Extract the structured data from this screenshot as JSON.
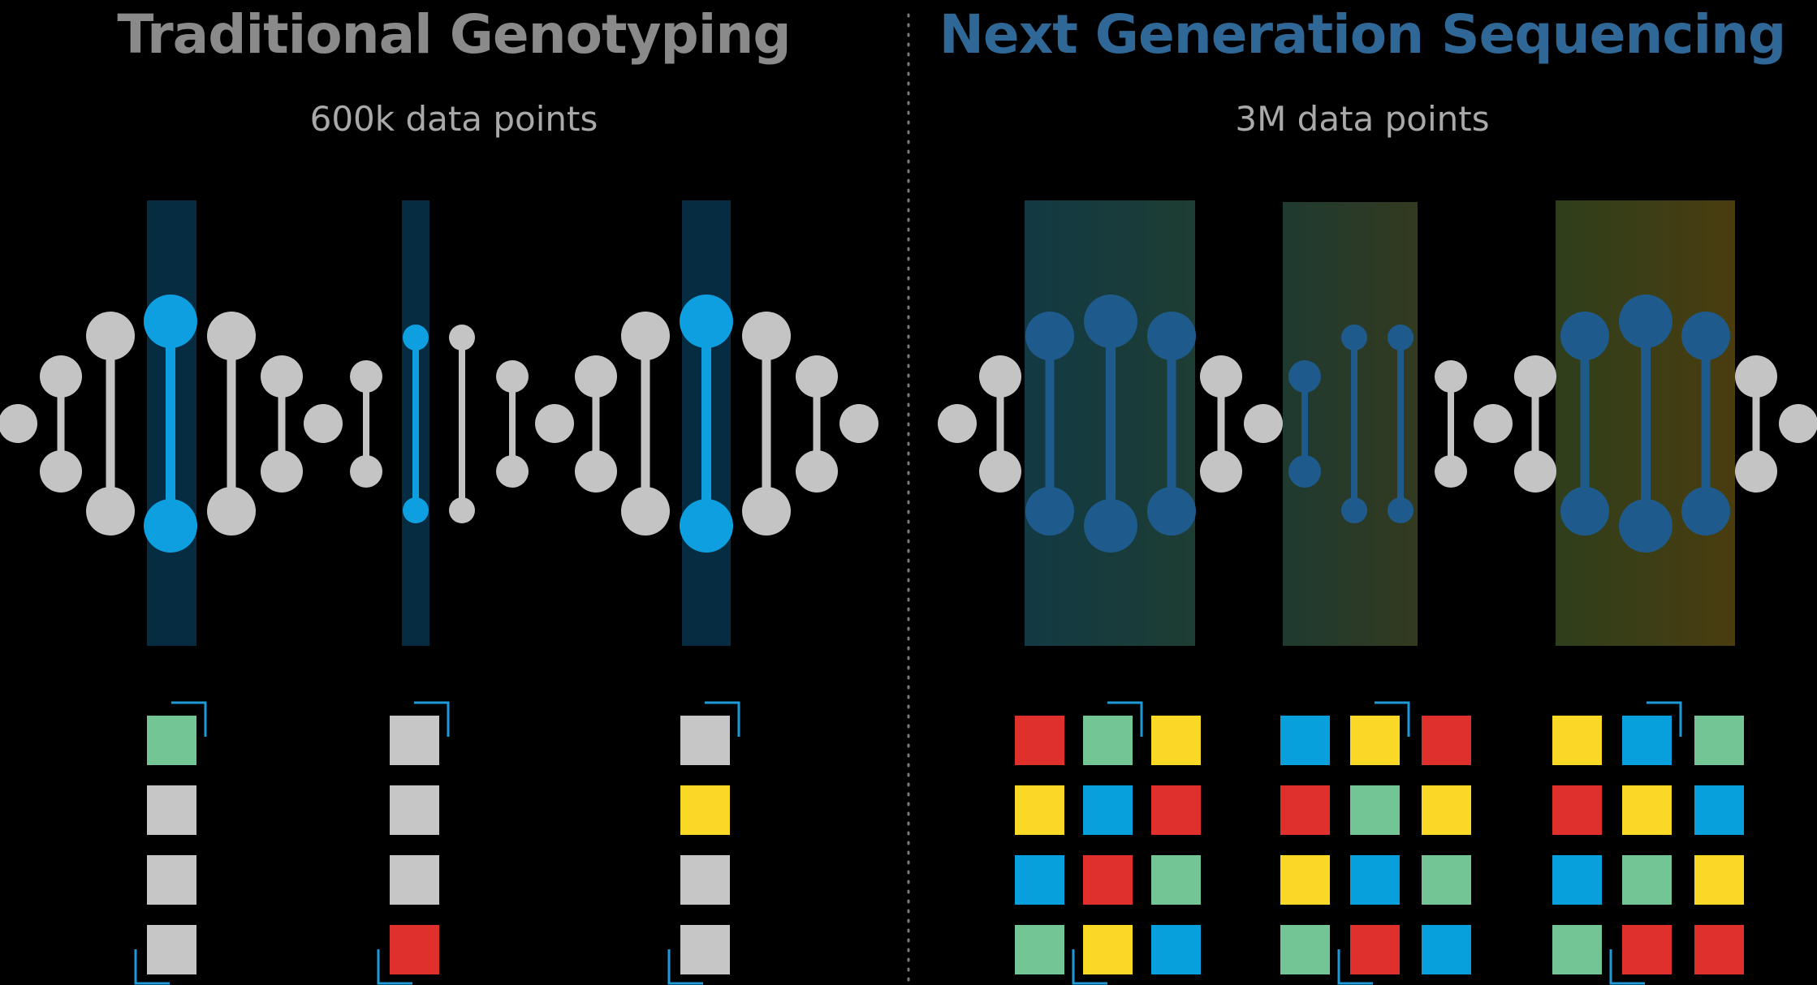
{
  "left": {
    "title": "Traditional Genotyping",
    "subtitle": "600k data points",
    "title_color": "#8a8a8a"
  },
  "right": {
    "title": "Next Generation Sequencing",
    "subtitle": "3M data points",
    "title_color": "#2f6796"
  },
  "colors": {
    "background": "#000000",
    "node_gray": "#c4c4c4",
    "highlight_blue": "#0d9fe0",
    "ngs_node": "#1e5b8c",
    "highlight_band_left": "#052c40",
    "band_teal": "#163c3a",
    "band_olive": "#283522",
    "band_yellow": "#3f3c12",
    "divider": "#7a7a7a",
    "bracket": "#1e9ad8",
    "red": "#e0302b",
    "green": "#73c595",
    "yellow": "#fad826",
    "blue": "#07a0dc",
    "gray": "#c6c6c6"
  },
  "genotyping_columns": [
    [
      "green",
      "gray",
      "gray",
      "gray"
    ],
    [
      "gray",
      "gray",
      "gray",
      "red"
    ],
    [
      "gray",
      "yellow",
      "gray",
      "gray"
    ]
  ],
  "ngs_grids": [
    [
      [
        "red",
        "green",
        "yellow"
      ],
      [
        "yellow",
        "blue",
        "red"
      ],
      [
        "blue",
        "red",
        "green"
      ],
      [
        "green",
        "yellow",
        "blue"
      ]
    ],
    [
      [
        "blue",
        "yellow",
        "red"
      ],
      [
        "red",
        "green",
        "yellow"
      ],
      [
        "yellow",
        "blue",
        "green"
      ],
      [
        "green",
        "red",
        "blue"
      ]
    ],
    [
      [
        "yellow",
        "blue",
        "green"
      ],
      [
        "red",
        "yellow",
        "blue"
      ],
      [
        "blue",
        "green",
        "yellow"
      ],
      [
        "green",
        "red",
        "red"
      ]
    ]
  ]
}
